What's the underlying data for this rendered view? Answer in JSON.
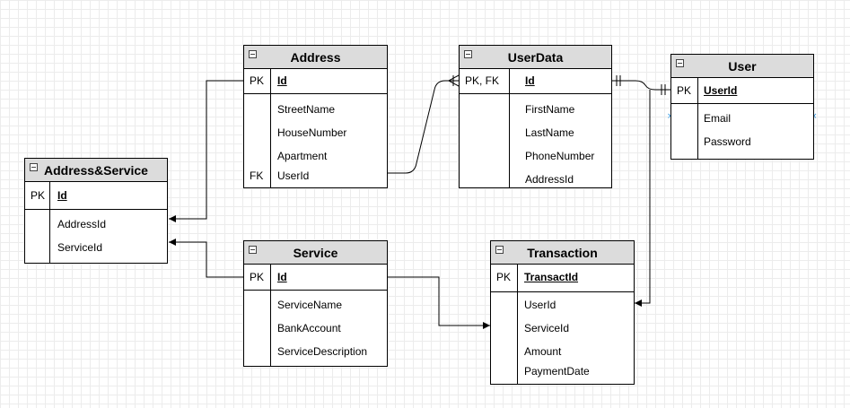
{
  "entities": {
    "address_service": {
      "title": "Address&Service",
      "pk_key": "PK",
      "pk_field": "Id",
      "fields": [
        "AddressId",
        "ServiceId"
      ]
    },
    "address": {
      "title": "Address",
      "pk_key": "PK",
      "pk_field": "Id",
      "fields": [
        "StreetName",
        "HouseNumber",
        "Apartment",
        "UserId"
      ],
      "fk_key": "FK"
    },
    "userdata": {
      "title": "UserData",
      "pk_key": "PK, FK",
      "pk_field": "Id",
      "fields": [
        "FirstName",
        "LastName",
        "PhoneNumber",
        "AddressId"
      ]
    },
    "user": {
      "title": "User",
      "pk_key": "PK",
      "pk_field": "UserId",
      "fields": [
        "Email",
        "Password"
      ]
    },
    "service": {
      "title": "Service",
      "pk_key": "PK",
      "pk_field": "Id",
      "fields": [
        "ServiceName",
        "BankAccount",
        "ServiceDescription"
      ]
    },
    "transaction": {
      "title": "Transaction",
      "pk_key": "PK",
      "pk_field": "TransactId",
      "fields": [
        "UserId",
        "ServiceId",
        "Amount",
        "PaymentDate"
      ]
    }
  },
  "colors": {
    "header_fill": "#dcdcdc",
    "line": "#000000",
    "grid": "#ececec"
  }
}
